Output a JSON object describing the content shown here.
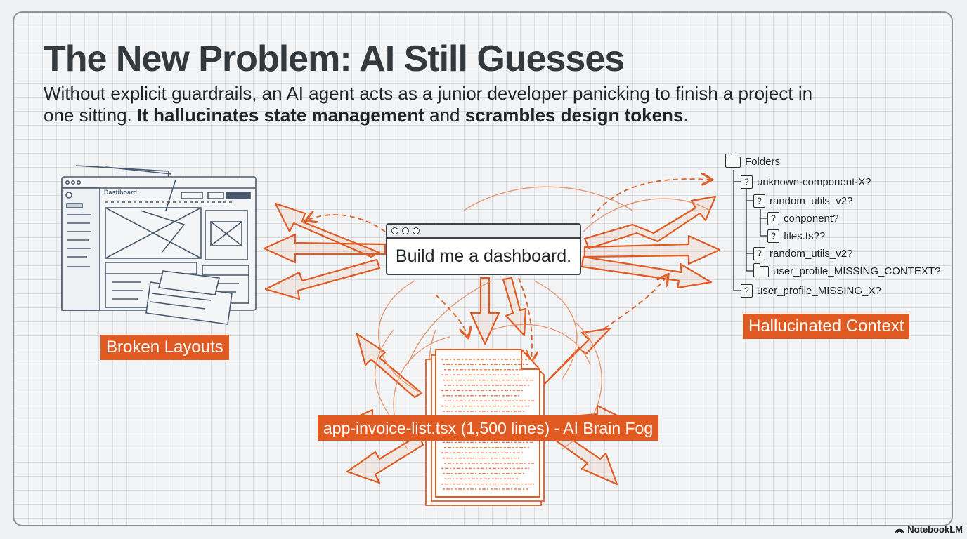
{
  "title": "The New Problem: AI Still Guesses",
  "subtitle": {
    "part1": "Without explicit guardrails, an AI agent acts as a junior developer panicking to finish a project in one sitting. ",
    "bold1": "It hallucinates state management",
    "part2": " and ",
    "bold2": "scrambles design tokens",
    "part3": "."
  },
  "prompt": {
    "text": "Build me a dashboard."
  },
  "left": {
    "label": "Broken Layouts",
    "sketch_title": "Dastiboard"
  },
  "center": {
    "label": "app-invoice-list.tsx (1,500 lines) - AI Brain Fog"
  },
  "right": {
    "label": "Hallucinated Context",
    "tree": {
      "root": "Folders",
      "items": [
        {
          "name": "unknown-component-X?",
          "icon": "question-file-icon"
        },
        {
          "name": "random_utils_v2?",
          "icon": "question-file-icon"
        },
        {
          "name": "conponent?",
          "icon": "question-file-icon"
        },
        {
          "name": "files.ts??",
          "icon": "question-file-icon"
        },
        {
          "name": "random_utils_v2?",
          "icon": "question-file-icon"
        },
        {
          "name": "user_profile_MISSING_CONTEXT?",
          "icon": "folder-icon"
        },
        {
          "name": "user_profile_MISSING_X?",
          "icon": "question-file-icon"
        }
      ]
    }
  },
  "brand": "NotebookLM",
  "colors": {
    "accent": "#e05a22",
    "ink": "#3c4247",
    "sketch": "#4a5a6e"
  }
}
